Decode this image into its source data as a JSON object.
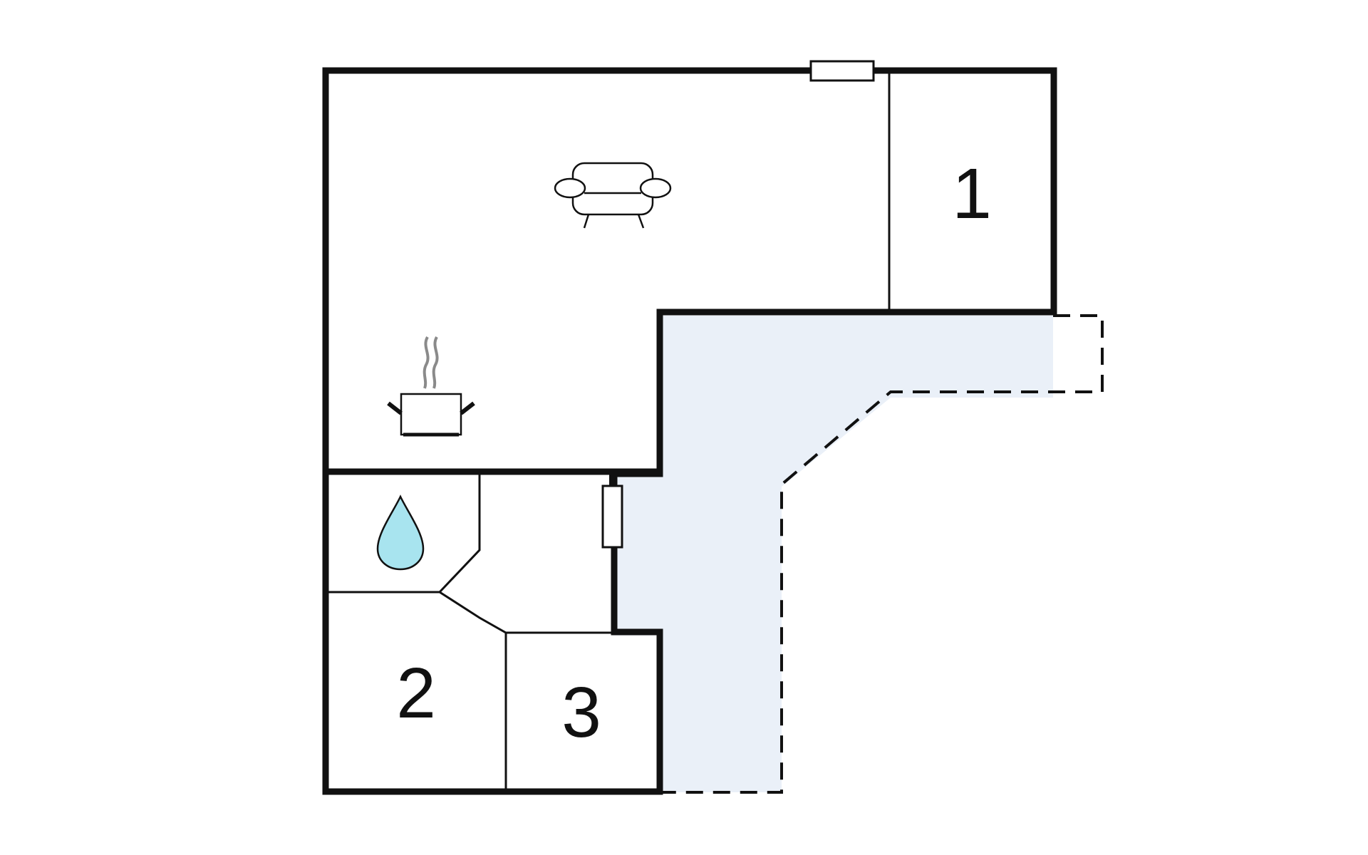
{
  "rooms": [
    {
      "id": "bedroom-1",
      "label": "1"
    },
    {
      "id": "bedroom-2",
      "label": "2"
    },
    {
      "id": "bedroom-3",
      "label": "3"
    }
  ],
  "icons": {
    "living": "sofa-icon",
    "kitchen": "cooking-pot-icon",
    "bathroom": "water-drop-icon"
  },
  "colors": {
    "walls": "#111111",
    "terrace_fill": "#eaf0f8",
    "water_drop": "#a8e4ef",
    "steam": "#8a8a8a",
    "background": "#ffffff"
  }
}
